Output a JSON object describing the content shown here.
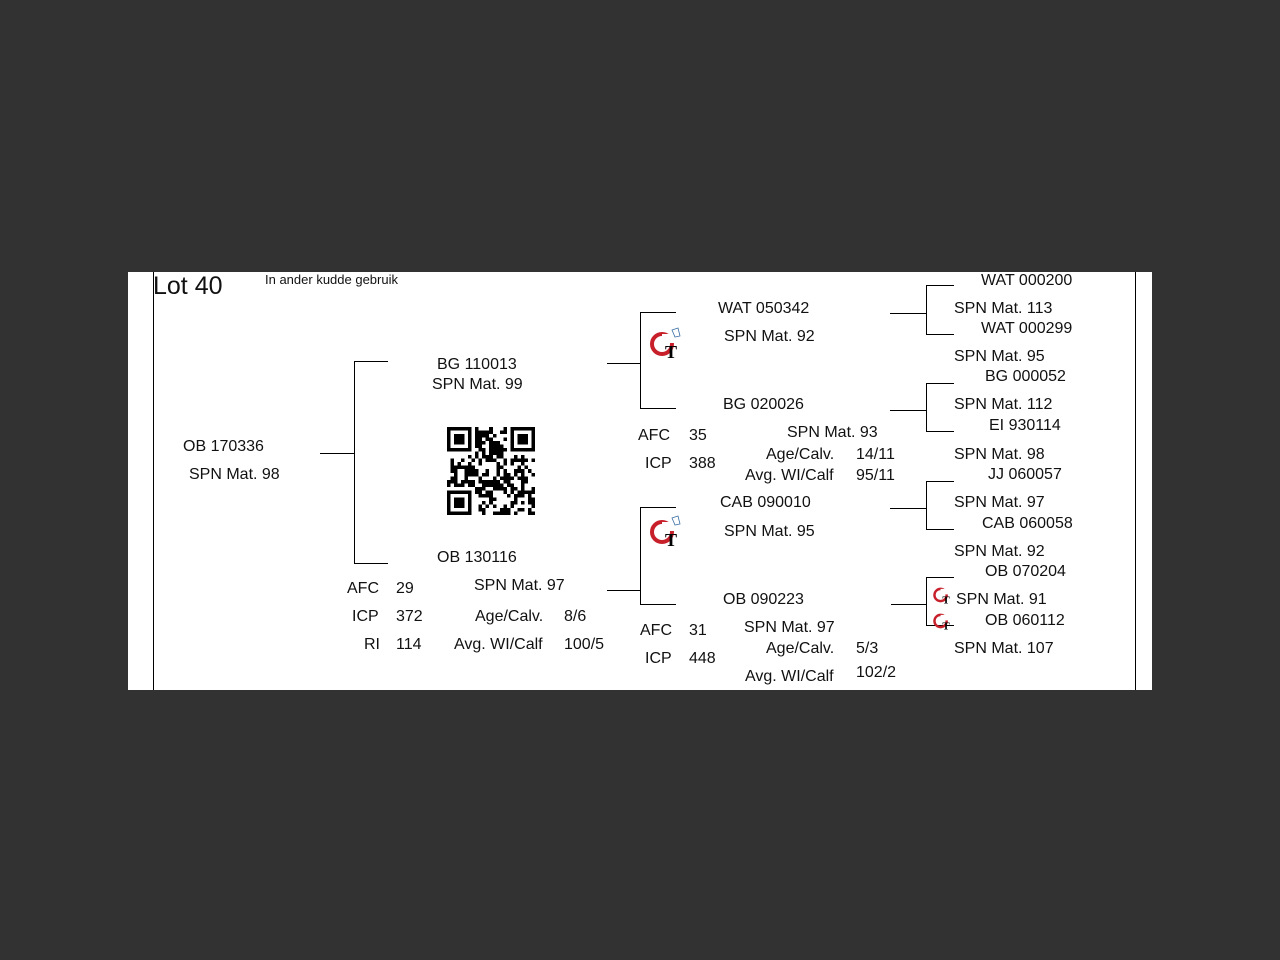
{
  "header": {
    "lot": "Lot 40",
    "note": "In ander kudde gebruik"
  },
  "animal": {
    "id": "OB  170336",
    "spn": "SPN Mat. 98"
  },
  "sire": {
    "id": "BG  110013",
    "spn": "SPN Mat. 99"
  },
  "dam": {
    "id": "OB  130116",
    "spn": "SPN Mat. 97",
    "afc_label": "AFC",
    "afc": "29",
    "icp_label": "ICP",
    "icp": "372",
    "ri_label": "RI",
    "ri": "114",
    "age_label": "Age/Calv.",
    "age": "8/6",
    "wi_label": "Avg. WI/Calf",
    "wi": "100/5"
  },
  "paternal": {
    "sire": {
      "id": "WAT 050342",
      "spn": "SPN Mat. 92"
    },
    "dam": {
      "id": "BG  020026",
      "spn": "SPN Mat. 93",
      "afc_label": "AFC",
      "afc": "35",
      "icp_label": "ICP",
      "icp": "388",
      "age_label": "Age/Calv.",
      "age": "14/11",
      "wi_label": "Avg. WI/Calf",
      "wi": "95/11"
    }
  },
  "maternal": {
    "sire": {
      "id": "CAB 090010",
      "spn": "SPN Mat. 95"
    },
    "dam": {
      "id": "OB  090223",
      "spn": "SPN Mat. 97",
      "afc_label": "AFC",
      "afc": "31",
      "icp_label": "ICP",
      "icp": "448",
      "age_label": "Age/Calv.",
      "age": "5/3",
      "wi_label": "Avg. WI/Calf",
      "wi": "102/2"
    }
  },
  "gen4": [
    {
      "id": "WAT 000200",
      "spn": "SPN Mat. 113"
    },
    {
      "id": "WAT 000299",
      "spn": "SPN Mat. 95"
    },
    {
      "id": "BG  000052",
      "spn": "SPN Mat. 112"
    },
    {
      "id": "EI  930114",
      "spn": "SPN Mat. 98"
    },
    {
      "id": "JJ  060057",
      "spn": "SPN Mat. 97"
    },
    {
      "id": "CAB 060058",
      "spn": "SPN Mat. 92"
    },
    {
      "id": "OB  070204",
      "spn": "SPN Mat. 91"
    },
    {
      "id": "OB  060112",
      "spn": "SPN Mat. 107"
    }
  ],
  "icons": {
    "logo": "gt-logo-icon",
    "qr": "qr-code-icon"
  },
  "colors": {
    "logo_red": "#c8202a",
    "background": "#323232",
    "sheet": "#ffffff"
  }
}
